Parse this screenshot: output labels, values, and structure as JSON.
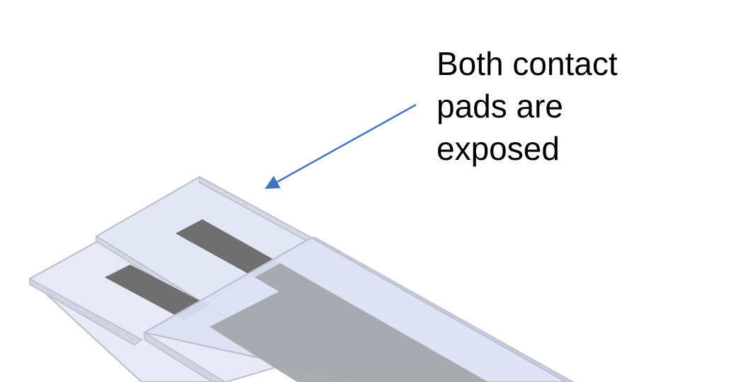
{
  "annotation": {
    "lines": [
      "Both contact",
      "pads are",
      "exposed"
    ]
  },
  "colors": {
    "background": "#ffffff",
    "arrow": "#4472c4",
    "glass_fill": "#dfe3f4",
    "glass_edge": "#b8bccb",
    "pad": "#6f6f6f",
    "electrode": "#a4a6ad"
  }
}
